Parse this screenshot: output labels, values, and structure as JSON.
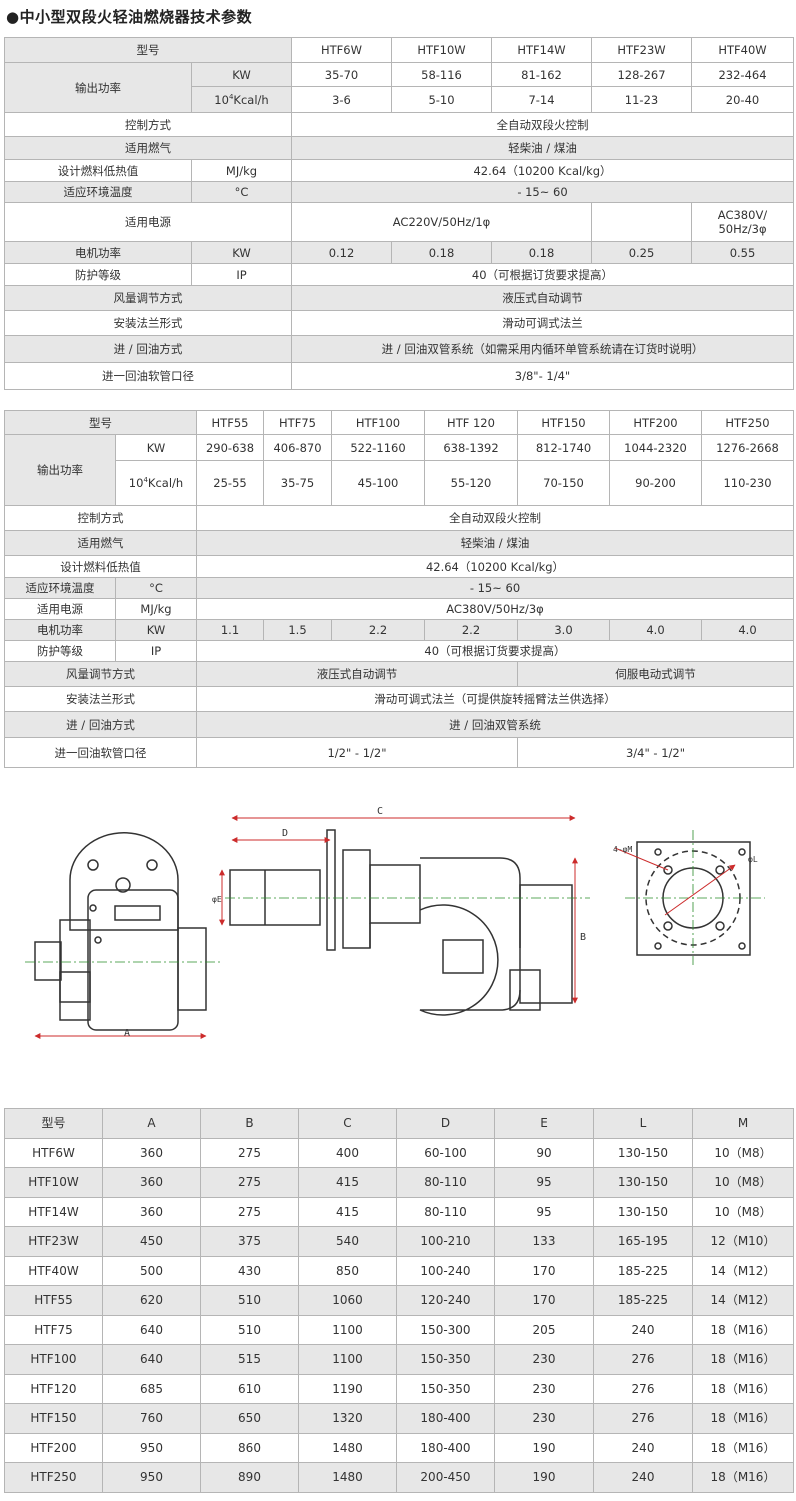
{
  "title": "●中小型双段火轻油燃烧器技术参数",
  "table1": {
    "model_label": "型号",
    "models": [
      "HTF6W",
      "HTF10W",
      "HTF14W",
      "HTF23W",
      "HTF40W"
    ],
    "output_label": "输出功率",
    "kw_unit": "KW",
    "kcal_unit_base": "10",
    "kcal_unit_exp": "4",
    "kcal_unit_rest": "Kcal/h",
    "kw_values": [
      "35-70",
      "58-116",
      "81-162",
      "128-267",
      "232-464"
    ],
    "kcal_values": [
      "3-6",
      "5-10",
      "7-14",
      "11-23",
      "20-40"
    ],
    "control_label": "控制方式",
    "control_value": "全自动双段火控制",
    "fuel_label": "适用燃气",
    "fuel_value": "轻柴油 / 煤油",
    "heat_label": "设计燃料低热值",
    "heat_unit": "MJ/kg",
    "heat_value": "42.64（10200 Kcal/kg）",
    "temp_label": "适应环境温度",
    "temp_unit": "°C",
    "temp_value": "- 15~ 60",
    "power_label": "适用电源",
    "power_value_1": "AC220V/50Hz/1φ",
    "power_value_2": "AC380V/",
    "power_value_3": "50Hz/3φ",
    "motor_label": "电机功率",
    "motor_unit": "KW",
    "motor_values": [
      "0.12",
      "0.18",
      "0.18",
      "0.25",
      "0.55"
    ],
    "ip_label": "防护等级",
    "ip_unit": "IP",
    "ip_value": "40（可根据订货要求提高）",
    "air_label": "风量调节方式",
    "air_value": "液压式自动调节",
    "flange_label": "安装法兰形式",
    "flange_value": "滑动可调式法兰",
    "oil_label": "进 / 回油方式",
    "oil_value": "进 / 回油双管系统（如需采用内循环单管系统请在订货时说明）",
    "hose_label": "进一回油软管口径",
    "hose_value": "3/8\"- 1/4\""
  },
  "table2": {
    "model_label": "型号",
    "models": [
      "HTF55",
      "HTF75",
      "HTF100",
      "HTF 120",
      "HTF150",
      "HTF200",
      "HTF250"
    ],
    "output_label": "输出功率",
    "kw_unit": "KW",
    "kcal_unit_base": "10",
    "kcal_unit_exp": "4",
    "kcal_unit_rest": "Kcal/h",
    "kw_values": [
      "290-638",
      "406-870",
      "522-1160",
      "638-1392",
      "812-1740",
      "1044-2320",
      "1276-2668"
    ],
    "kcal_values": [
      "25-55",
      "35-75",
      "45-100",
      "55-120",
      "70-150",
      "90-200",
      "110-230"
    ],
    "control_label": "控制方式",
    "control_value": "全自动双段火控制",
    "fuel_label": "适用燃气",
    "fuel_value": "轻柴油 / 煤油",
    "heat_label": "设计燃料低热值",
    "heat_value": "42.64（10200 Kcal/kg）",
    "temp_label": "适应环境温度",
    "temp_unit": "°C",
    "temp_value": "- 15~ 60",
    "power_label": "适用电源",
    "power_unit": "MJ/kg",
    "power_value": "AC380V/50Hz/3φ",
    "motor_label": "电机功率",
    "motor_unit": "KW",
    "motor_values": [
      "1.1",
      "1.5",
      "2.2",
      "2.2",
      "3.0",
      "4.0",
      "4.0"
    ],
    "ip_label": "防护等级",
    "ip_unit": "IP",
    "ip_value": "40（可根据订货要求提高）",
    "air_label": "风量调节方式",
    "air_value_1": "液压式自动调节",
    "air_value_2": "伺服电动式调节",
    "flange_label": "安装法兰形式",
    "flange_value": "滑动可调式法兰（可提供旋转摇臂法兰供选择）",
    "oil_label": "进 / 回油方式",
    "oil_value": "进 / 回油双管系统",
    "hose_label": "进一回油软管口径",
    "hose_value_1": "1/2\" - 1/2\"",
    "hose_value_2": "3/4\" - 1/2\""
  },
  "drawing": {
    "label_a": "A",
    "label_b": "B",
    "label_c": "C",
    "label_d": "D",
    "label_e": "φE",
    "label_l": "φL",
    "label_m": "4-φM"
  },
  "dimensions": {
    "headers": [
      "型号",
      "A",
      "B",
      "C",
      "D",
      "E",
      "L",
      "M"
    ],
    "rows": [
      [
        "HTF6W",
        "360",
        "275",
        "400",
        "60-100",
        "90",
        "130-150",
        "10（M8）"
      ],
      [
        "HTF10W",
        "360",
        "275",
        "415",
        "80-110",
        "95",
        "130-150",
        "10（M8）"
      ],
      [
        "HTF14W",
        "360",
        "275",
        "415",
        "80-110",
        "95",
        "130-150",
        "10（M8）"
      ],
      [
        "HTF23W",
        "450",
        "375",
        "540",
        "100-210",
        "133",
        "165-195",
        "12（M10）"
      ],
      [
        "HTF40W",
        "500",
        "430",
        "850",
        "100-240",
        "170",
        "185-225",
        "14（M12）"
      ],
      [
        "HTF55",
        "620",
        "510",
        "1060",
        "120-240",
        "170",
        "185-225",
        "14（M12）"
      ],
      [
        "HTF75",
        "640",
        "510",
        "1100",
        "150-300",
        "205",
        "240",
        "18（M16）"
      ],
      [
        "HTF100",
        "640",
        "515",
        "1100",
        "150-350",
        "230",
        "276",
        "18（M16）"
      ],
      [
        "HTF120",
        "685",
        "610",
        "1190",
        "150-350",
        "230",
        "276",
        "18（M16）"
      ],
      [
        "HTF150",
        "760",
        "650",
        "1320",
        "180-400",
        "230",
        "276",
        "18（M16）"
      ],
      [
        "HTF200",
        "950",
        "860",
        "1480",
        "180-400",
        "190",
        "240",
        "18（M16）"
      ],
      [
        "HTF250",
        "950",
        "890",
        "1480",
        "200-450",
        "190",
        "240",
        "18（M16）"
      ]
    ]
  }
}
